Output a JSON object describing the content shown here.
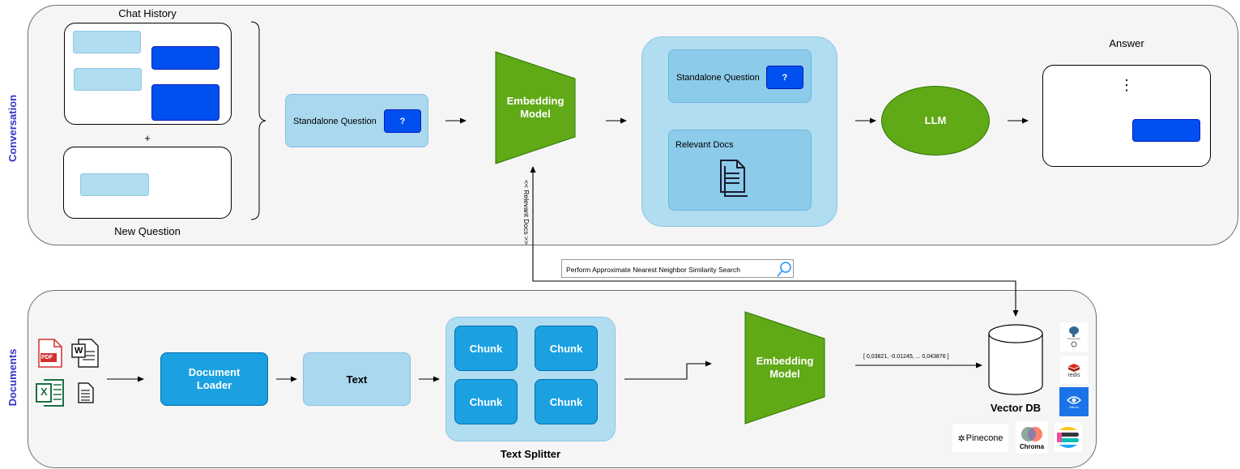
{
  "conversation": {
    "section_label": "Conversation",
    "chat_history_label": "Chat History",
    "plus": "+",
    "new_question_label": "New Question",
    "standalone_question": "Standalone Question",
    "question_mark": "?",
    "embedding_model": [
      "Embedding",
      "Model"
    ],
    "combined_standalone_question": "Standalone Question",
    "relevant_docs": "Relevant Docs",
    "llm": "LLM",
    "answer_label": "Answer",
    "answer_dots": "⋮",
    "relevant_docs_edge": "<< Relevant Docs >>"
  },
  "search": {
    "label": "Perform Approximate Nearest Neighbor Similarity Search"
  },
  "documents": {
    "section_label": "Documents",
    "pdf_icon_text": "PDF",
    "word_icon_text": "W",
    "excel_icon_text": "X",
    "document_loader": [
      "Document",
      "Loader"
    ],
    "text": "Text",
    "chunks": [
      "Chunk",
      "Chunk",
      "Chunk",
      "Chunk"
    ],
    "text_splitter": "Text Splitter",
    "embedding_model": [
      "Embedding",
      "Model"
    ],
    "vector_text": "[ 0,03821, -0.01245, ... 0,043876 ]",
    "vector_db": "Vector DB",
    "redis_logo_text": "redis",
    "milvus_logo_text": "Milvus",
    "postgres_logo_text": "PostgreSQL",
    "pinecone_logo_text": "Pinecone",
    "chroma_logo_text": "Chroma"
  },
  "colors": {
    "accent_blue": "#0050ef",
    "light_blue": "#b1ddf0",
    "green": "#60a917",
    "chunk_blue": "#1ba1e2",
    "label_purple": "#3333cc"
  }
}
